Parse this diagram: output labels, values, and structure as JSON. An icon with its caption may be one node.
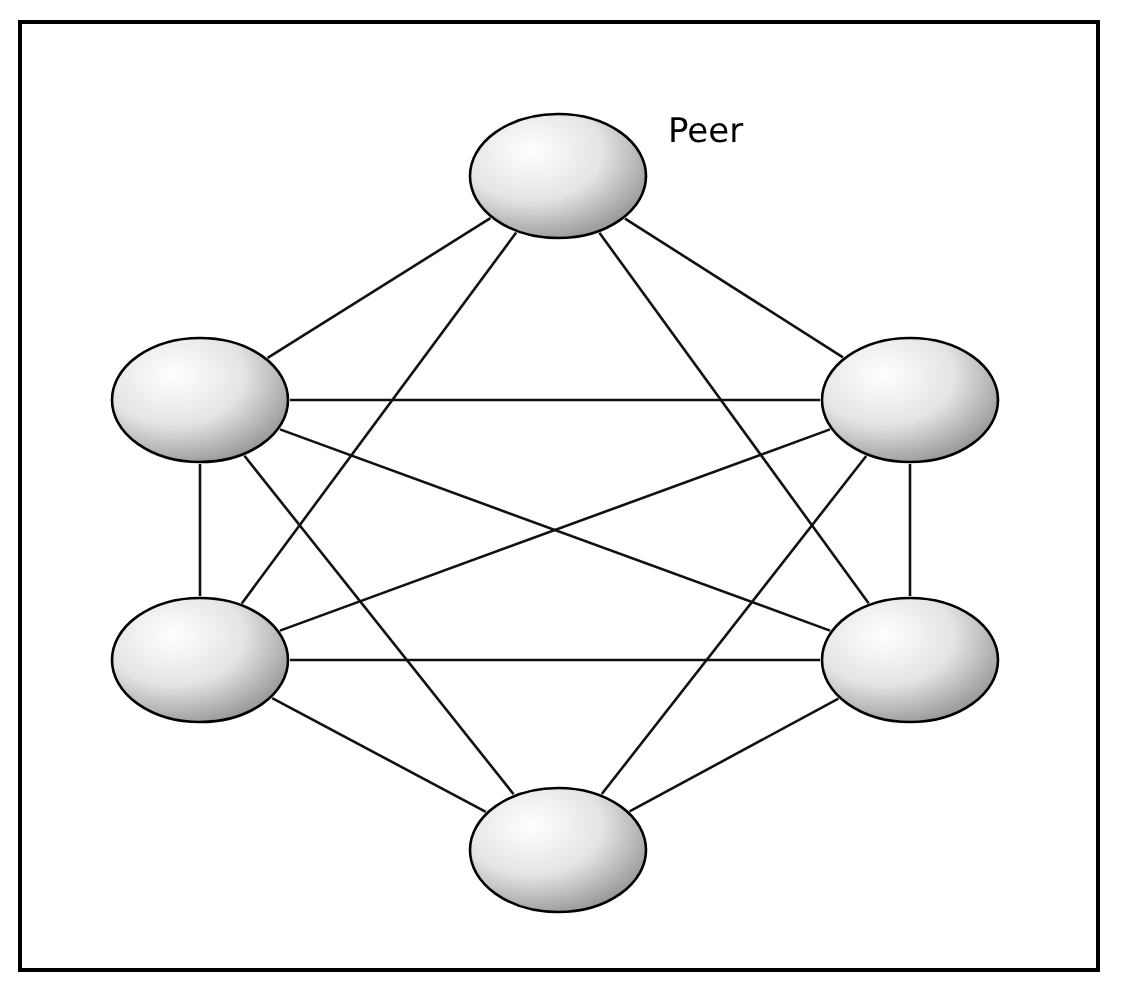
{
  "diagram": {
    "nodes": [
      {
        "text": [],
        "shape": "ellipse",
        "beside": [
          "Peer"
        ]
      },
      {
        "text": [],
        "shape": "ellipse"
      },
      {
        "text": [],
        "shape": "ellipse"
      },
      {
        "text": [],
        "shape": "ellipse"
      },
      {
        "text": [],
        "shape": "ellipse"
      },
      {
        "text": [],
        "shape": "ellipse"
      }
    ],
    "edges": [
      {
        "from": 0,
        "to": 1,
        "arrow": "none"
      },
      {
        "from": 0,
        "to": 2,
        "arrow": "none"
      },
      {
        "from": 1,
        "to": 3,
        "arrow": "none"
      },
      {
        "from": 2,
        "to": 4,
        "arrow": "none"
      },
      {
        "from": 3,
        "to": 5,
        "arrow": "none"
      },
      {
        "from": 4,
        "to": 5,
        "arrow": "none"
      },
      {
        "from": 0,
        "to": 3,
        "arrow": "none"
      },
      {
        "from": 0,
        "to": 4,
        "arrow": "none"
      },
      {
        "from": 3,
        "to": 4,
        "arrow": "none"
      },
      {
        "from": 1,
        "to": 2,
        "arrow": "none"
      },
      {
        "from": 1,
        "to": 5,
        "arrow": "none"
      },
      {
        "from": 2,
        "to": 5,
        "arrow": "none"
      },
      {
        "from": 1,
        "to": 4,
        "arrow": "none"
      },
      {
        "from": 3,
        "to": 2,
        "arrow": "none"
      }
    ]
  }
}
